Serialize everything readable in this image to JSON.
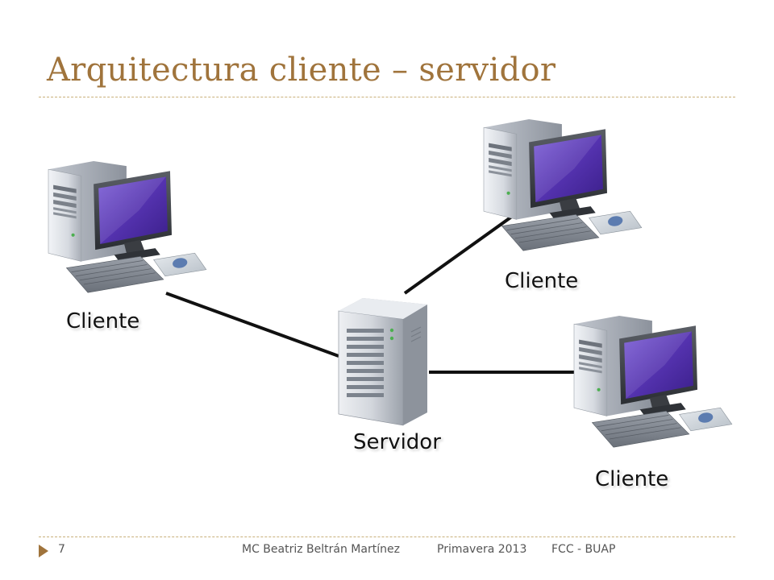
{
  "slide": {
    "title": "Arquitectura cliente – servidor"
  },
  "diagram": {
    "server": {
      "label": "Servidor",
      "icon": "server-tower-icon"
    },
    "clients": [
      {
        "label": "Cliente",
        "icon": "desktop-computer-icon"
      },
      {
        "label": "Cliente",
        "icon": "desktop-computer-icon"
      },
      {
        "label": "Cliente",
        "icon": "desktop-computer-icon"
      }
    ]
  },
  "footer": {
    "page_number": "7",
    "author": "MC Beatriz Beltrán Martínez",
    "term": "Primavera 2013",
    "institution": "FCC - BUAP"
  },
  "colors": {
    "title": "#a0743c",
    "rule": "#c9b07a",
    "screen": "#5a3fb0",
    "connector": "#111111"
  }
}
